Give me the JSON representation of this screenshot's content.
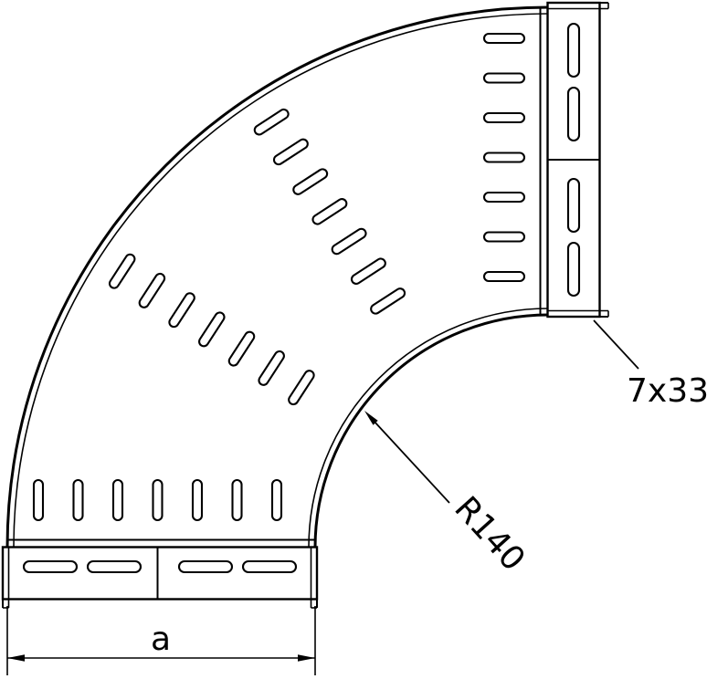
{
  "drawing": {
    "kind": "cable-tray-90-degree-elbow-plan-view",
    "labels": {
      "slot_size": "7x33",
      "radius": "R140",
      "width_dim": "a"
    },
    "colors": {
      "line": "#000000",
      "background": "#ffffff"
    }
  }
}
